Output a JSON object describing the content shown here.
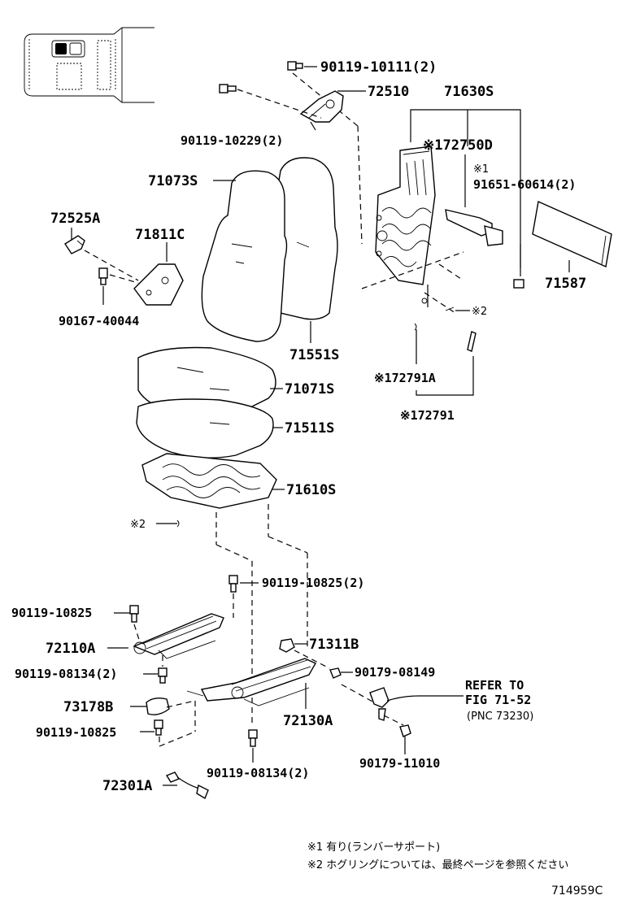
{
  "labels": {
    "p90119_10111": "90119-10111(2)",
    "p72510": "72510",
    "p71630S": "71630S",
    "p90119_10229": "90119-10229(2)",
    "p72750D": "※172750D",
    "mark1": "※1",
    "p91651_60614": "91651-60614(2)",
    "p71073S": "71073S",
    "p72525A": "72525A",
    "p71811C": "71811C",
    "p71587": "71587",
    "p90167_40044": "90167-40044",
    "mark2a": "※2",
    "p71551S": "71551S",
    "p72791A": "※172791A",
    "p71071S": "71071S",
    "p72791": "※172791",
    "p71511S": "71511S",
    "p71610S": "71610S",
    "mark2b": "※2",
    "p90119_10825_2": "90119-10825(2)",
    "p90119_10825_a": "90119-10825",
    "p71311B": "71311B",
    "p72110A": "72110A",
    "p90179_08149": "90179-08149",
    "p90119_08134_2a": "90119-08134(2)",
    "refer1": "REFER TO",
    "refer2": "FIG 71-52",
    "pnc": "(PNC 73230)",
    "p73178B": "73178B",
    "p72130A": "72130A",
    "p90119_10825_b": "90119-10825",
    "p90179_11010": "90179-11010",
    "p90119_08134_2b": "90119-08134(2)",
    "p72301A": "72301A"
  },
  "notes": {
    "n1": "※1  有り(ランバーサポート)",
    "n2": "※2  ホグリングについては、最終ページを参照ください"
  },
  "code": "714959C"
}
